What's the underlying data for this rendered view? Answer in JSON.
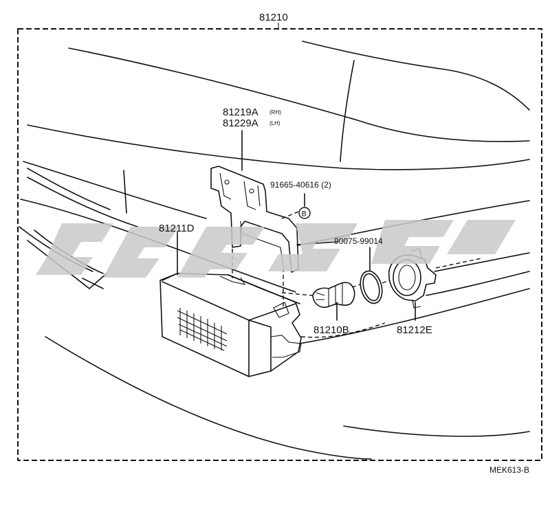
{
  "diagram": {
    "assembly_part": "81210",
    "bracket_part_rh": "81219A",
    "bracket_rh_suffix": "(RH)",
    "bracket_part_lh": "81229A",
    "bracket_lh_suffix": "(LH)",
    "bolt_part": "91665-40616 (2)",
    "bolt_marker": "B",
    "lamp_housing_part": "81211D",
    "oring_part": "90075-99014",
    "bulb_part": "81210B",
    "socket_part": "81212E",
    "drawing_code": "MEK613-B"
  }
}
